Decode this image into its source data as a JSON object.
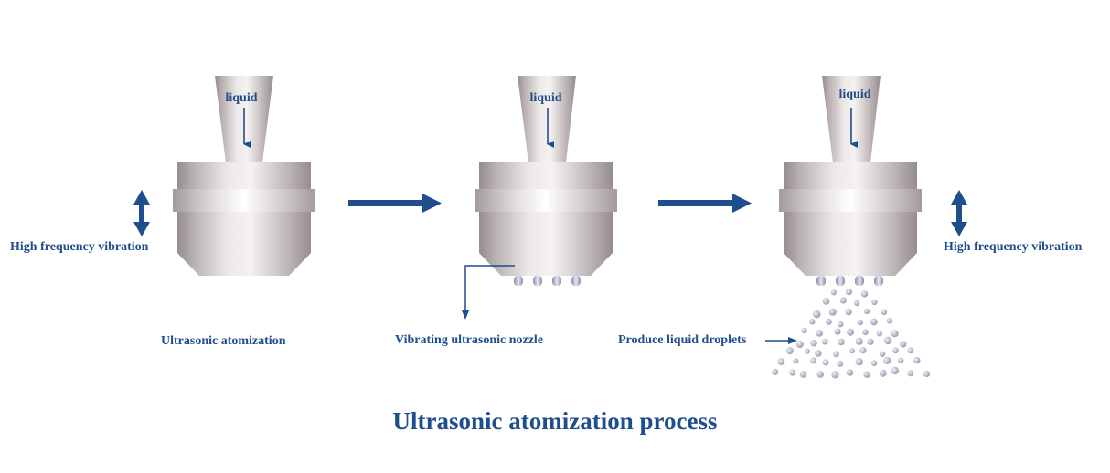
{
  "colors": {
    "accent": "#1f4e8c",
    "metal_light": "#ece7e7",
    "metal_dark": "#9d9595",
    "droplet": "#b7b2c8"
  },
  "title": "Ultrasonic atomization process",
  "stages": [
    {
      "input_label": "liquid",
      "caption": "Ultrasonic atomization",
      "side_label": "High frequency vibration"
    },
    {
      "input_label": "liquid",
      "caption": "Vibrating ultrasonic nozzle"
    },
    {
      "input_label": "liquid",
      "caption": "Produce liquid droplets",
      "side_label": "High frequency vibration"
    }
  ]
}
